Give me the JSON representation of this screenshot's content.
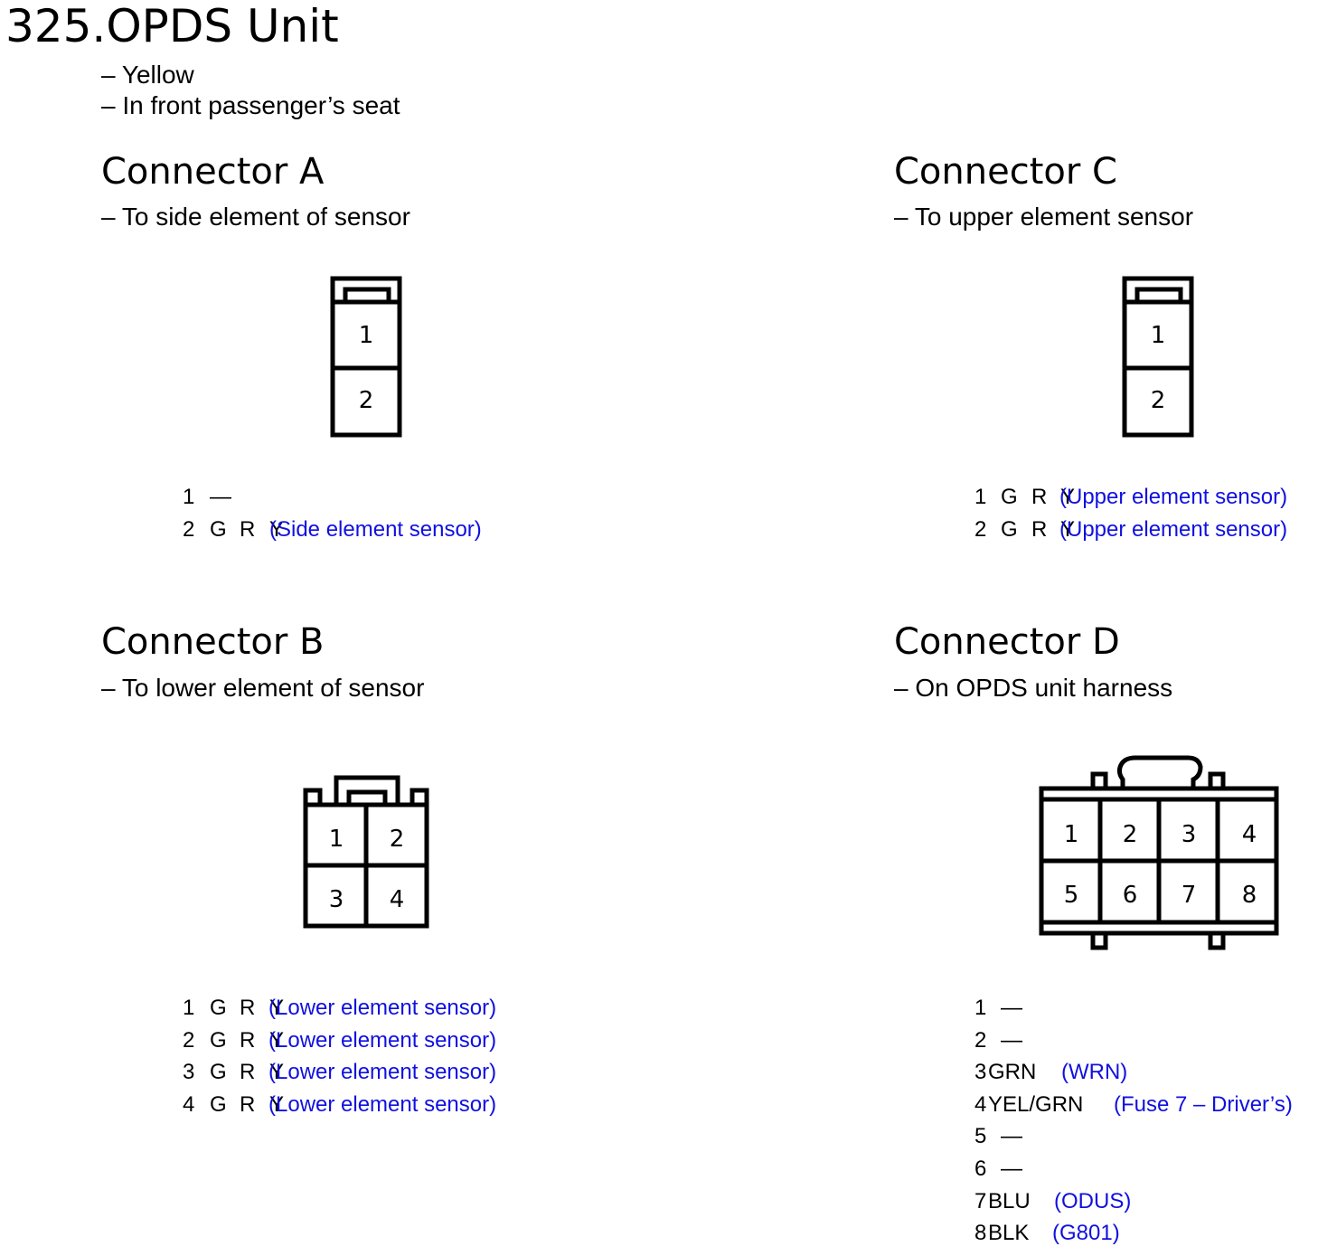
{
  "page": {
    "title": "325.OPDS Unit",
    "subtitle_lines": [
      "– Yellow",
      "– In front passenger’s seat"
    ]
  },
  "connectors": {
    "A": {
      "title": "Connector A",
      "desc": "– To side element of sensor",
      "cavities": [
        "1",
        "2"
      ],
      "pins": [
        {
          "num": "1",
          "wire": "—",
          "wire_parts": [],
          "note": ""
        },
        {
          "num": "2",
          "wire": "",
          "wire_parts": [
            "G",
            "R",
            "Y"
          ],
          "note": "(Side element sensor)"
        }
      ]
    },
    "C": {
      "title": "Connector C",
      "desc": "– To upper element sensor",
      "cavities": [
        "1",
        "2"
      ],
      "pins": [
        {
          "num": "1",
          "wire_parts": [
            "G",
            "R",
            "Y"
          ],
          "note": "(Upper element sensor)"
        },
        {
          "num": "2",
          "wire_parts": [
            "G",
            "R",
            "Y"
          ],
          "note": "(Upper element sensor)"
        }
      ]
    },
    "B": {
      "title": "Connector B",
      "desc": "– To lower element of sensor",
      "cavities": [
        "1",
        "2",
        "3",
        "4"
      ],
      "pins": [
        {
          "num": "1",
          "wire_parts": [
            "G",
            "R",
            "Y"
          ],
          "note": "(Lower element sensor)"
        },
        {
          "num": "2",
          "wire_parts": [
            "G",
            "R",
            "Y"
          ],
          "note": "(Lower element sensor)"
        },
        {
          "num": "3",
          "wire_parts": [
            "G",
            "R",
            "Y"
          ],
          "note": "(Lower element sensor)"
        },
        {
          "num": "4",
          "wire_parts": [
            "G",
            "R",
            "Y"
          ],
          "note": "(Lower element sensor)"
        }
      ]
    },
    "D": {
      "title": "Connector D",
      "desc": "– On OPDS unit harness",
      "cavities": [
        "1",
        "2",
        "3",
        "4",
        "5",
        "6",
        "7",
        "8"
      ],
      "pins": [
        {
          "num": "1",
          "wire": "—",
          "note": ""
        },
        {
          "num": "2",
          "wire": "—",
          "note": ""
        },
        {
          "num": "3",
          "wire": "GRN",
          "note": "(WRN)"
        },
        {
          "num": "4",
          "wire": "YEL/GRN",
          "note": "(Fuse 7 – Driver’s)"
        },
        {
          "num": "5",
          "wire": "—",
          "note": ""
        },
        {
          "num": "6",
          "wire": "—",
          "note": ""
        },
        {
          "num": "7",
          "wire": "BLU",
          "note": "(ODUS)"
        },
        {
          "num": "8",
          "wire": "BLK",
          "note": "(G801)"
        }
      ]
    }
  },
  "colors": {
    "note": "#1010e0",
    "text": "#000000"
  }
}
